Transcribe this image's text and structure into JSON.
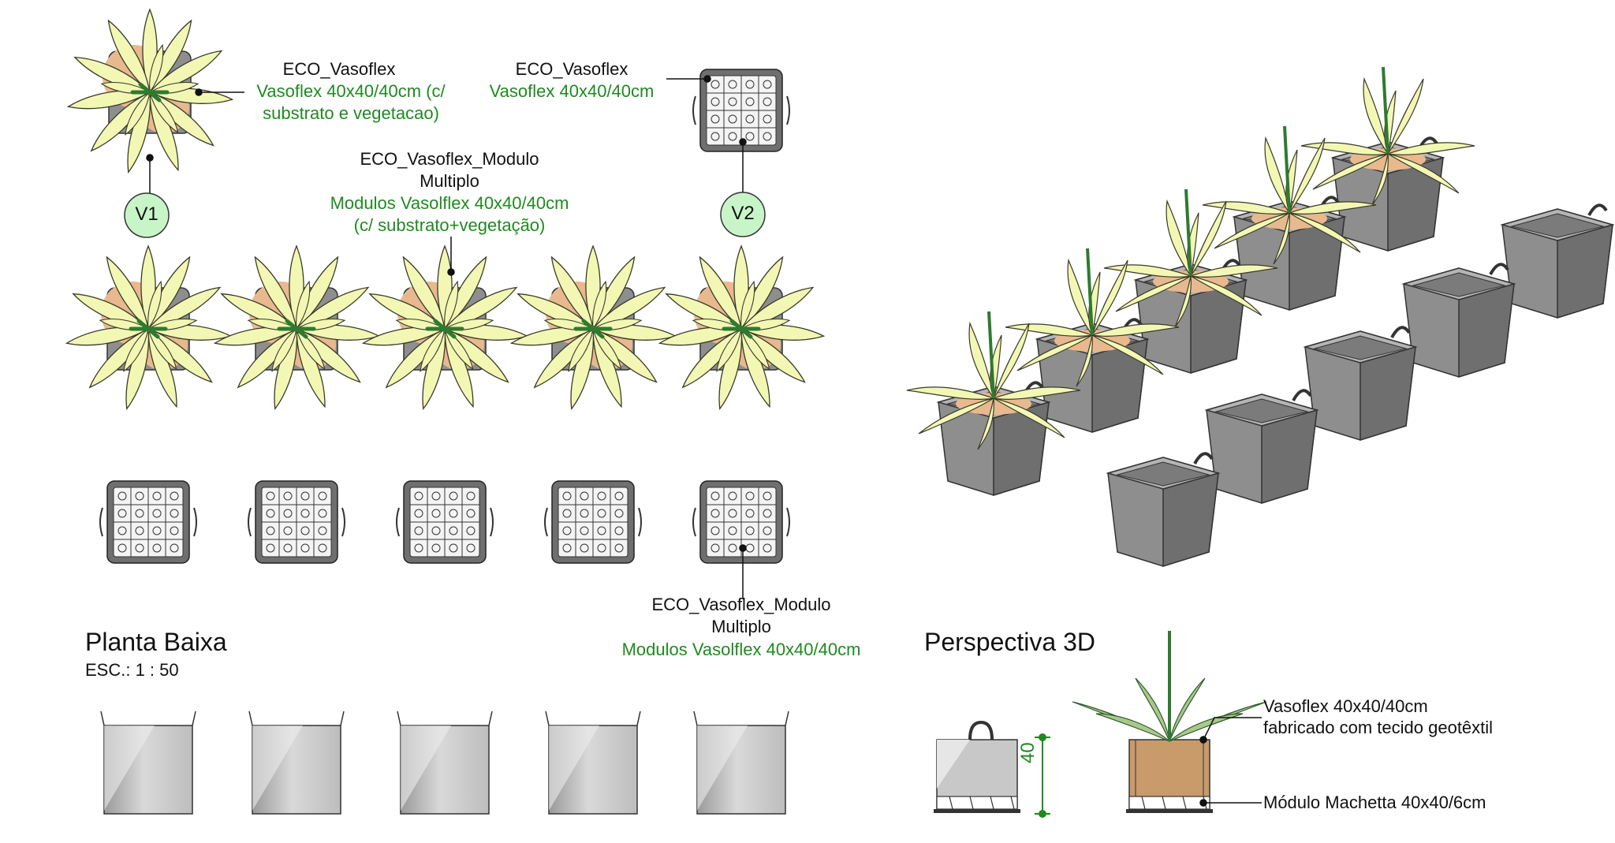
{
  "labels": {
    "v1_family": "ECO_Vasoflex",
    "v1_type_1": "Vasoflex 40x40/40cm (c/",
    "v1_type_2": "substrato e vegetacao)",
    "v2_family": "ECO_Vasoflex",
    "v2_type": "Vasoflex 40x40/40cm",
    "mod_family_1": "ECO_Vasoflex_Modulo",
    "mod_family_2": "Multiplo",
    "mod_type_1": "Modulos Vasolflex 40x40/40cm",
    "mod_type_2": "(c/ substrato+vegetação)",
    "mod2_family_1": "ECO_Vasoflex_Modulo",
    "mod2_family_2": "Multiplo",
    "mod2_type": "Modulos Vasolflex 40x40/40cm",
    "tag_v1": "V1",
    "tag_v2": "V2",
    "plan_title": "Planta Baixa",
    "plan_scale": "ESC.: 1 : 50",
    "persp_title": "Perspectiva 3D",
    "dim_40": "40",
    "note_vaso_1": "Vasoflex 40x40/40cm",
    "note_vaso_2": "fabricado com tecido geotêxtil",
    "note_modulo": "Módulo Machetta 40x40/6cm"
  },
  "colors": {
    "leaf_fill": "#f2f7b4",
    "leaf_stroke": "#3a3a2a",
    "stem": "#2f7a2f",
    "soil": "#e8b98e",
    "pot_dark": "#6f6f6f",
    "pot_mid": "#8e8e8e",
    "pot_light": "#b5b5b5",
    "grid_fill": "#f4f4f4",
    "tag_fill": "#c8f5c8",
    "green_text": "#1f8a1f",
    "section_soil": "#c99a6a"
  },
  "counts": {
    "plan_planted_pots": 5,
    "plan_module_grids": 5,
    "elevation_pots": 5,
    "iso_planted_pots": 5,
    "iso_empty_pots": 5
  }
}
